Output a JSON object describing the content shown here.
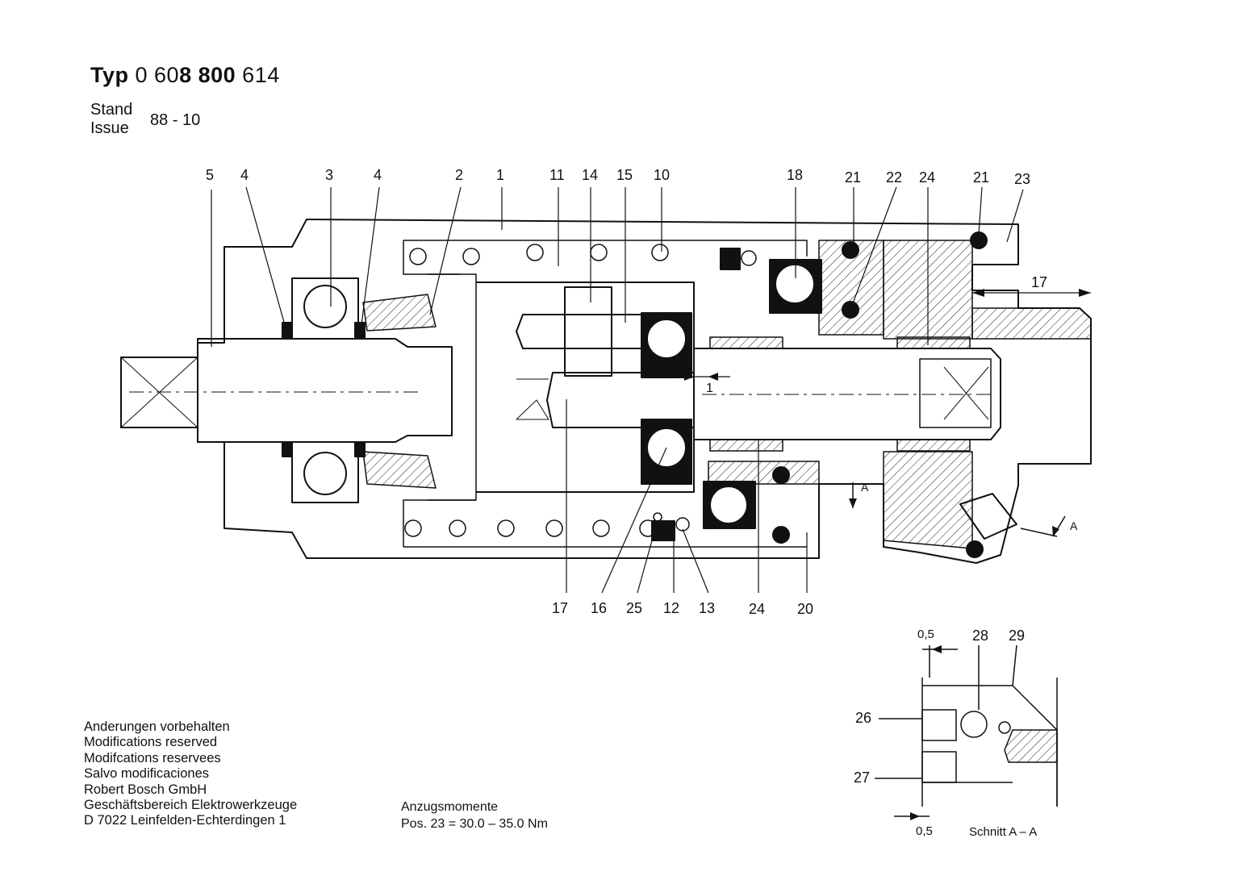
{
  "header": {
    "typ_label": "Typ",
    "typ_number_a": "0 60",
    "typ_number_b": "8 800",
    "typ_number_c": "614",
    "stand_label": "Stand",
    "issue_label": "Issue",
    "issue_date": "88 - 10"
  },
  "callouts": {
    "top": [
      "5",
      "4",
      "3",
      "4",
      "2",
      "1",
      "11",
      "14",
      "15",
      "10",
      "18",
      "21",
      "22",
      "24",
      "21",
      "23"
    ],
    "bottom": [
      "17",
      "16",
      "25",
      "12",
      "13",
      "24",
      "20"
    ],
    "dim_17": "17",
    "dim_1": "1",
    "section_a_right": "A",
    "section_a_left": "A",
    "detail_top_gap": "0,5",
    "detail_bottom_gap": "0,5",
    "detail_28": "28",
    "detail_29": "29",
    "detail_26": "26",
    "detail_27": "27",
    "detail_section": "Schnitt A – A"
  },
  "footer": {
    "lines": [
      "Аnderungen vorbehalten",
      "Modifications reserved",
      "Modifcations reservees",
      "Salvo modificaciones",
      "Robert Bosch GmbH",
      "Geschäftsbereich Elektrowerkzeuge",
      "D 7022 Leinfelden-Echterdingen 1"
    ]
  },
  "torque": {
    "title": "Anzugsmomente",
    "line": "Pos.  23  = 30.0 – 35.0 Nm"
  }
}
